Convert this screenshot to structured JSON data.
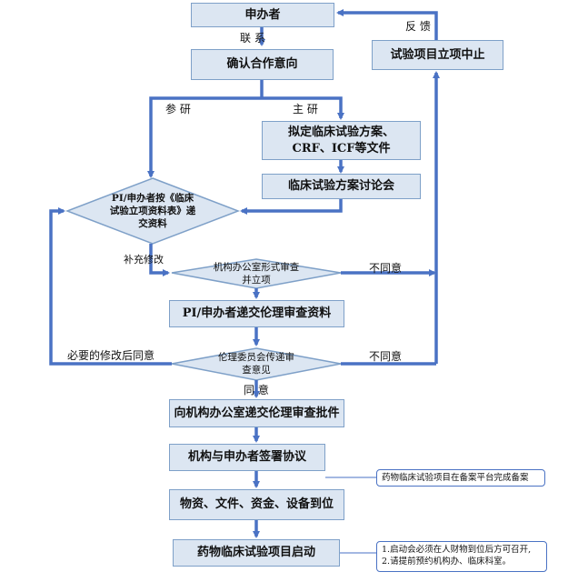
{
  "nodes": {
    "sponsor": "申办者",
    "confirm": "确认合作意向",
    "draft": "拟定临床试验方案、CRF、ICF等文件",
    "discuss": "临床试验方案讨论会",
    "pi_submit": "PI/申办者按《临床试验立项资料表》递交资料",
    "office_review": "机构办公室形式审查并立项",
    "ethics_submit": "PI/申办者递交伦理审查资料",
    "ethics_opinion": "伦理委员会传递审查意见",
    "approval_submit": "向机构办公室递交伦理审查批件",
    "sign": "机构与申办者签署协议",
    "materials": "物资、文件、资金、设备到位",
    "launch": "药物临床试验项目启动",
    "terminate": "试验项目立项中止"
  },
  "edge_labels": {
    "contact": "联  系",
    "participate": "参  研",
    "lead": "主  研",
    "supplement": "补充修改",
    "disagree1": "不同意",
    "disagree2": "不同意",
    "modify_agree": "必要的修改后同意",
    "agree": "同 意",
    "feedback": "反  馈"
  },
  "notes": {
    "filing": "药物临床试验项目在备案平台完成备案",
    "launch_note_1": "1.启动会必须在人财物到位后方可召开,",
    "launch_note_2": "2.请提前预约机构办、临床科室。"
  },
  "colors": {
    "arrow": "#4a72c4",
    "box_fill": "#dce6f2",
    "box_border": "#7ea0c8"
  }
}
